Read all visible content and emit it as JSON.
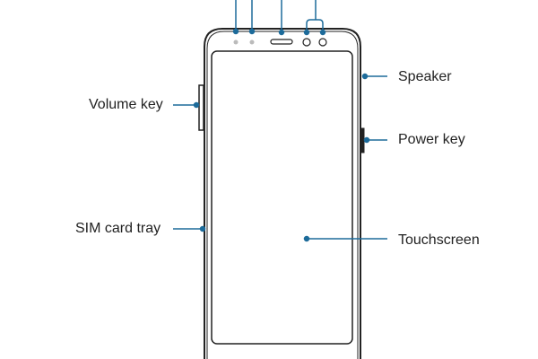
{
  "labels": {
    "volume_key": "Volume key",
    "sim_card_tray": "SIM card tray",
    "speaker": "Speaker",
    "power_key": "Power key",
    "touchscreen": "Touchscreen"
  },
  "colors": {
    "leader": "#1d6b9a",
    "outline": "#222222",
    "sensor": "#bbbbbb"
  }
}
